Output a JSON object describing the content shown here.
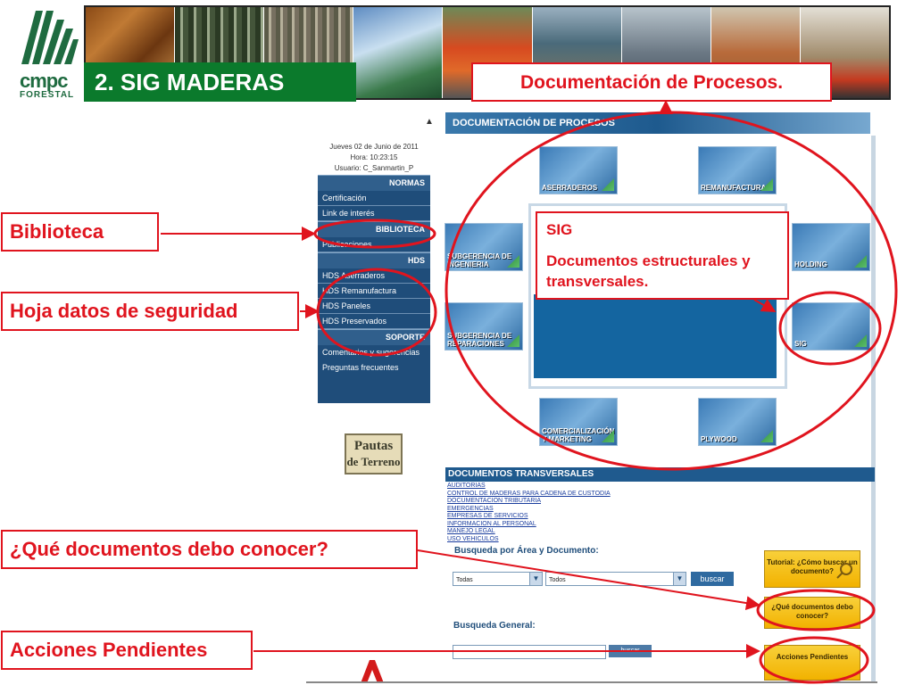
{
  "header": {
    "logo_name": "cmpc",
    "logo_sub": "FORESTAL",
    "section_title": "2. SIG MADERAS"
  },
  "callouts": {
    "documentacion": "Documentación de Procesos.",
    "biblioteca": "Biblioteca",
    "hoja_datos": "Hoja datos de seguridad",
    "que_documentos": "¿Qué documentos debo conocer?",
    "acciones": "Acciones Pendientes",
    "sig_title": "SIG",
    "sig_text": "Documentos estructurales y transversales."
  },
  "session": {
    "date": "Jueves 02 de Junio de 2011",
    "time": "Hora: 10:23:15",
    "user": "Usuario: C_Sanmartin_P"
  },
  "side_nav": {
    "normas_head": "NORMAS",
    "certificacion": "Certificación",
    "link_interes": "Link de interés",
    "biblioteca_head": "BIBLIOTECA",
    "publicaciones": "Publicaciones",
    "hds_head": "HDS",
    "hds_aserraderos": "HDS Aserraderos",
    "hds_remanufactura": "HDS Remanufactura",
    "hds_paneles": "HDS Paneles",
    "hds_preservados": "HDS Preservados",
    "soporte_head": "SOPORTE",
    "comentarios": "Comentarios y sugerencias",
    "preguntas": "Preguntas frecuentes"
  },
  "pautas": {
    "line1": "Pautas",
    "line2": "de Terreno"
  },
  "doc_banner": "DOCUMENTACIÓN DE PROCESOS",
  "tiles": {
    "aserraderos": "ASERRADEROS",
    "remanufactura": "REMANUFACTURA",
    "subgerencia_ing": "SUBGERENCIA DE INGENIERIA",
    "holding": "HOLDING",
    "subgerencia_rep": "SUBGERENCIA DE REPARACIONES",
    "sig": "SIG",
    "comercializacion": "COMERCIALIZACIÓN Y MARKETING",
    "plywood": "PLYWOOD"
  },
  "transversales": {
    "head": "DOCUMENTOS TRANSVERSALES",
    "links": [
      "AUDITORIAS",
      "CONTROL DE MADERAS PARA CADENA DE CUSTODIA",
      "DOCUMENTACION TRIBUTARIA",
      "EMERGENCIAS",
      "EMPRESAS DE SERVICIOS",
      "INFORMACION AL PERSONAL",
      "MANEJO LEGAL",
      "USO VEHICULOS"
    ]
  },
  "search": {
    "area_label": "Busqueda por Área y Documento:",
    "area_value": "Todas",
    "doc_value": "Todos",
    "buscar": "buscar",
    "general_label": "Busqueda General:",
    "buscar2": "buscar"
  },
  "buttons": {
    "tutorial": "Tutorial: ¿Cómo buscar un documento?",
    "que": "¿Qué documentos debo conocer?",
    "acciones": "Acciones Pendientes"
  },
  "colors": {
    "accent_red": "#e0141e",
    "brand_green": "#0b7a2c",
    "nav_blue": "#1f4d7a"
  }
}
